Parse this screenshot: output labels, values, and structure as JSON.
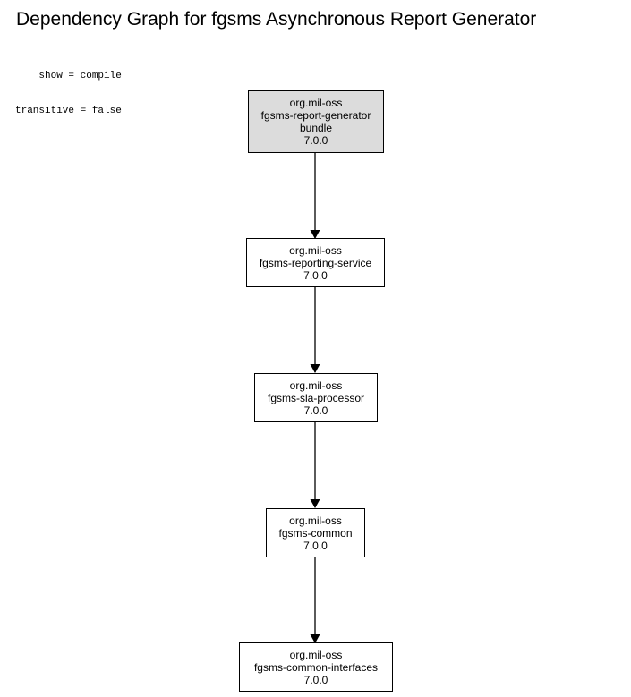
{
  "title": "Dependency Graph for fgsms Asynchronous Report Generator",
  "params": {
    "show_line": "show = compile",
    "transitive_line": "transitive = false"
  },
  "colors": {
    "root_fill": "#dcdcdc",
    "node_fill": "#ffffff",
    "stroke": "#000000"
  },
  "nodes": [
    {
      "group": "org.mil-oss",
      "artifact": "fgsms-report-generator",
      "packaging": "bundle",
      "version": "7.0.0"
    },
    {
      "group": "org.mil-oss",
      "artifact": "fgsms-reporting-service",
      "version": "7.0.0"
    },
    {
      "group": "org.mil-oss",
      "artifact": "fgsms-sla-processor",
      "version": "7.0.0"
    },
    {
      "group": "org.mil-oss",
      "artifact": "fgsms-common",
      "version": "7.0.0"
    },
    {
      "group": "org.mil-oss",
      "artifact": "fgsms-common-interfaces",
      "version": "7.0.0"
    }
  ],
  "edges": [
    {
      "from": "fgsms-report-generator",
      "to": "fgsms-reporting-service"
    },
    {
      "from": "fgsms-reporting-service",
      "to": "fgsms-sla-processor"
    },
    {
      "from": "fgsms-sla-processor",
      "to": "fgsms-common"
    },
    {
      "from": "fgsms-common",
      "to": "fgsms-common-interfaces"
    }
  ]
}
